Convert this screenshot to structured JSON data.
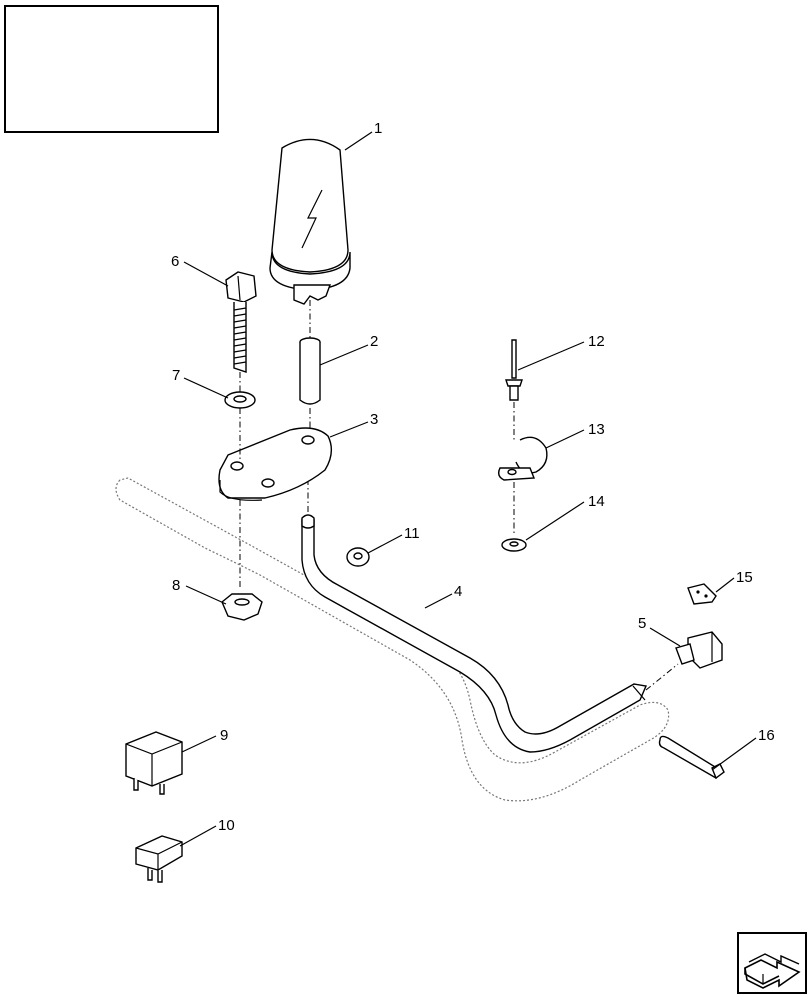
{
  "callouts": {
    "c1": "1",
    "c2": "2",
    "c3": "3",
    "c4": "4",
    "c5": "5",
    "c6": "6",
    "c7": "7",
    "c8": "8",
    "c9": "9",
    "c10": "10",
    "c11": "11",
    "c12": "12",
    "c13": "13",
    "c14": "14",
    "c15": "15",
    "c16": "16"
  },
  "icons": {
    "next_page": "arrow-forward-icon"
  },
  "colors": {
    "line": "#000000",
    "background": "#ffffff",
    "phantom": "#777777"
  }
}
